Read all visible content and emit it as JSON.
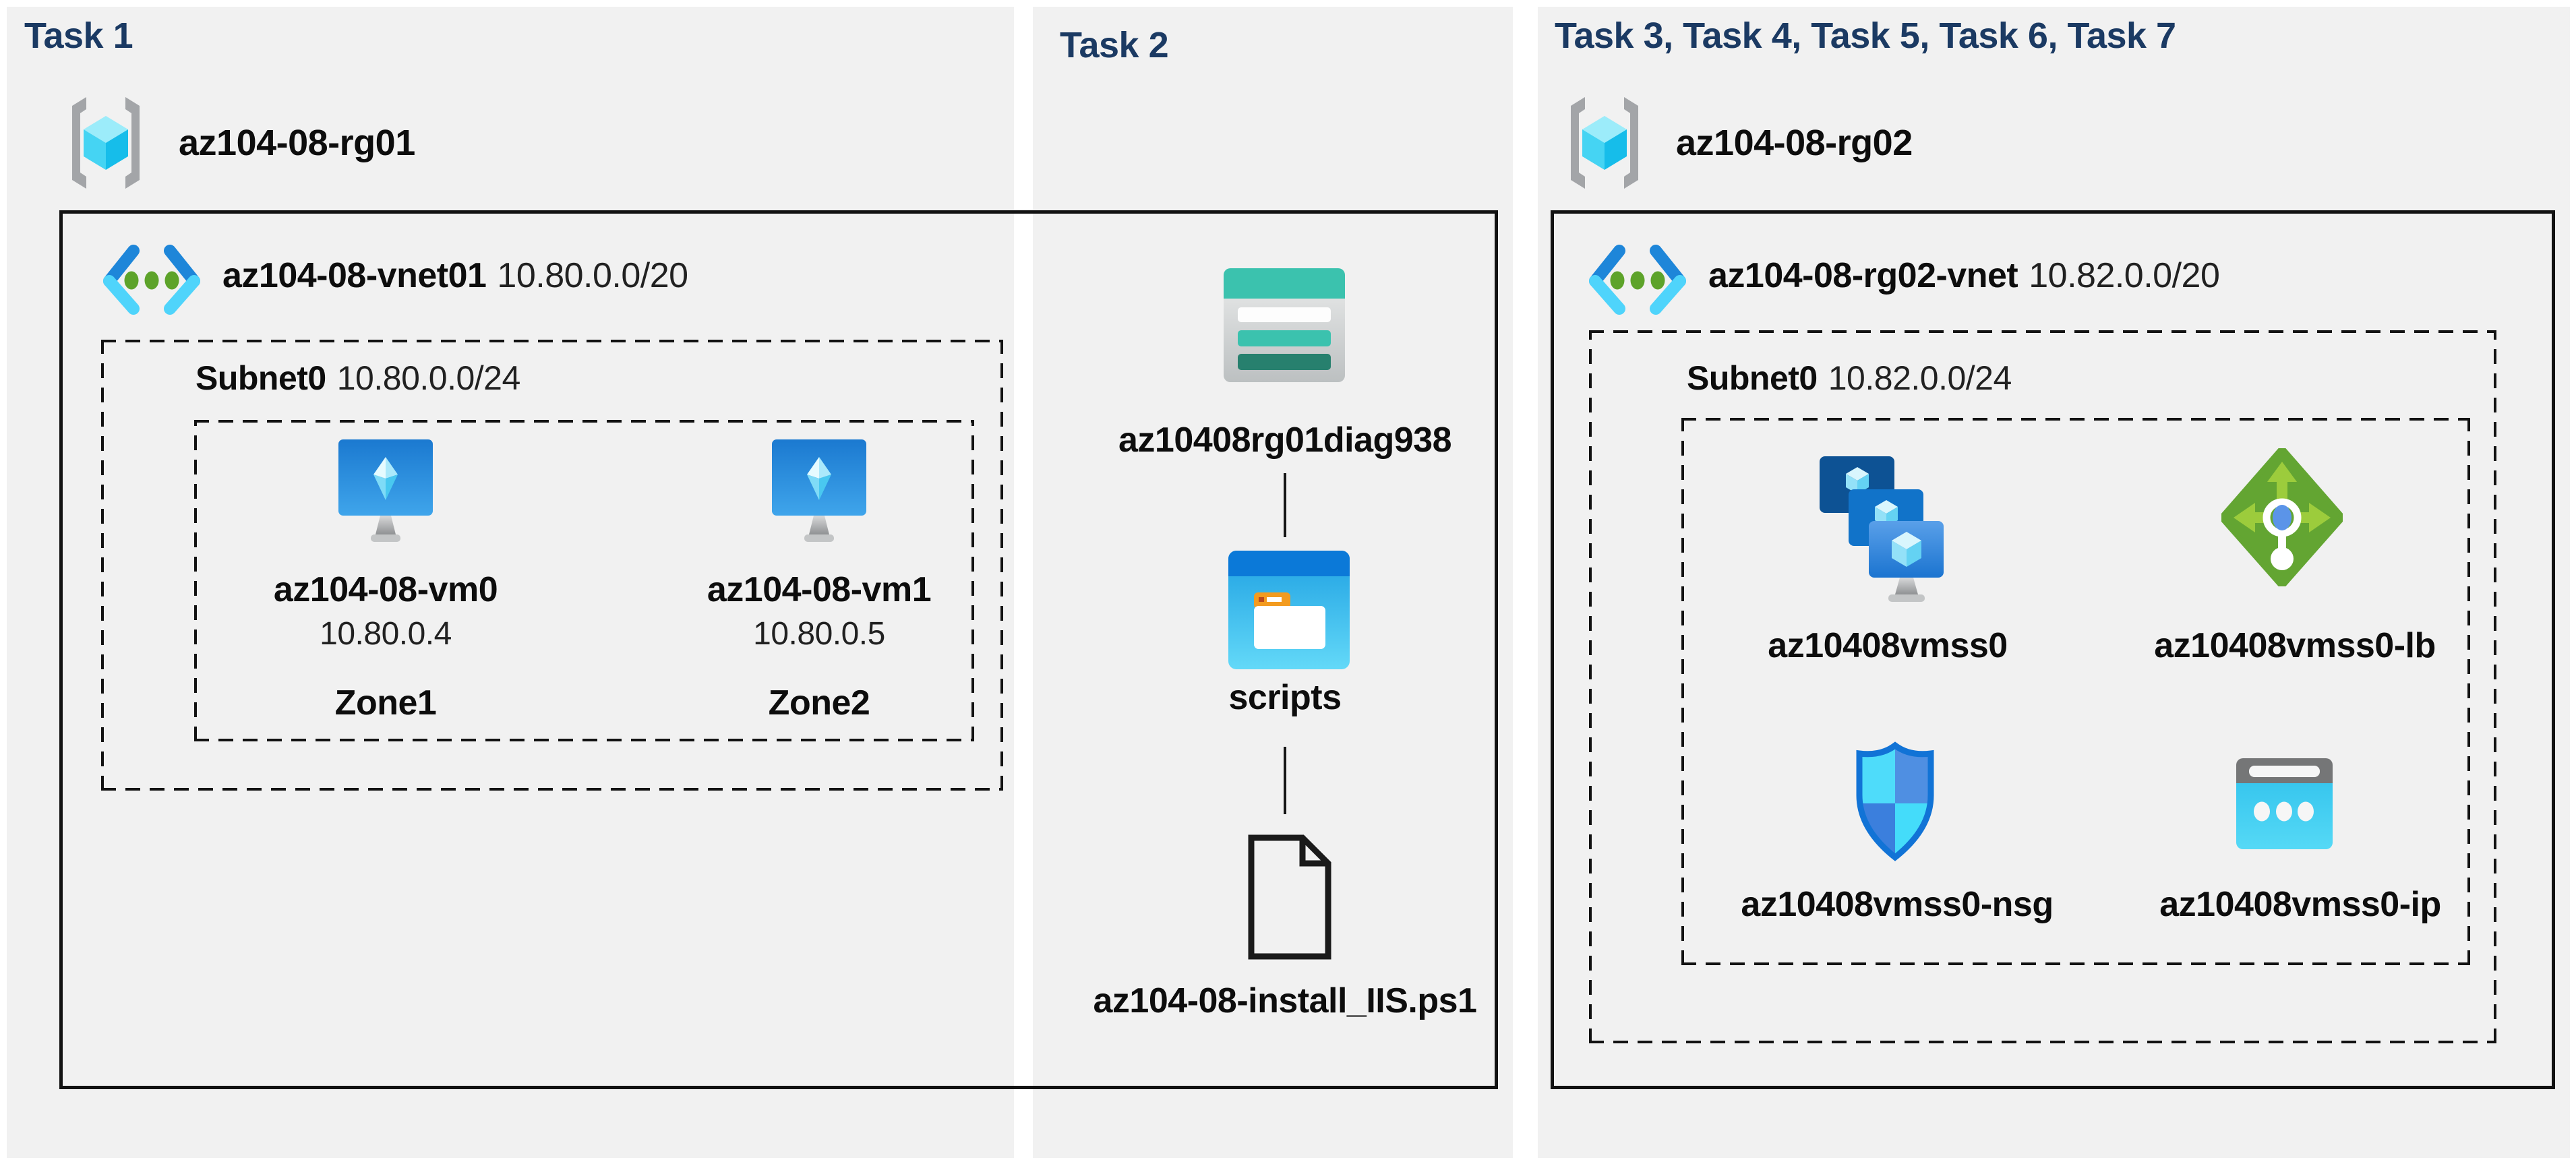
{
  "colors": {
    "title_text": "#1b3a63",
    "panel_bg": "#f1f1f1",
    "box_border": "#121212",
    "label_text": "#0d0d0d",
    "secondary_text": "#212121",
    "azure_blue": "#1e86d9",
    "azure_cyan": "#4fd4fb",
    "vnet_dot_green": "#5da32a",
    "storage_teal": "#3bc2ae",
    "storage_teal_dark": "#27806e",
    "folder_blue": "#0b79d8",
    "folder_tab_orange": "#f39b1f",
    "lb_green": "#63a532",
    "lb_green_light": "#9ccc3c",
    "nsg_border_blue": "#1173d6",
    "ip_cap_gray": "#757677",
    "ip_body_cyan": "#38c9ef"
  },
  "task1": {
    "title": "Task 1",
    "resource_group": "az104-08-rg01",
    "vnet_name": "az104-08-vnet01",
    "vnet_cidr": "10.80.0.0/20",
    "subnet_name": "Subnet0",
    "subnet_cidr": "10.80.0.0/24",
    "vm0": {
      "name": "az104-08-vm0",
      "ip": "10.80.0.4",
      "zone": "Zone1"
    },
    "vm1": {
      "name": "az104-08-vm1",
      "ip": "10.80.0.5",
      "zone": "Zone2"
    }
  },
  "task2": {
    "title": "Task 2",
    "storage_account": "az10408rg01diag938",
    "folder": "scripts",
    "file": "az104-08-install_IIS.ps1"
  },
  "task3": {
    "title": "Task 3, Task 4, Task 5, Task 6, Task 7",
    "resource_group": "az104-08-rg02",
    "vnet_name": "az104-08-rg02-vnet",
    "vnet_cidr": "10.82.0.0/20",
    "subnet_name": "Subnet0",
    "subnet_cidr": "10.82.0.0/24",
    "vmss": "az10408vmss0",
    "load_balancer": "az10408vmss0-lb",
    "nsg": "az10408vmss0-nsg",
    "public_ip": "az10408vmss0-ip"
  }
}
